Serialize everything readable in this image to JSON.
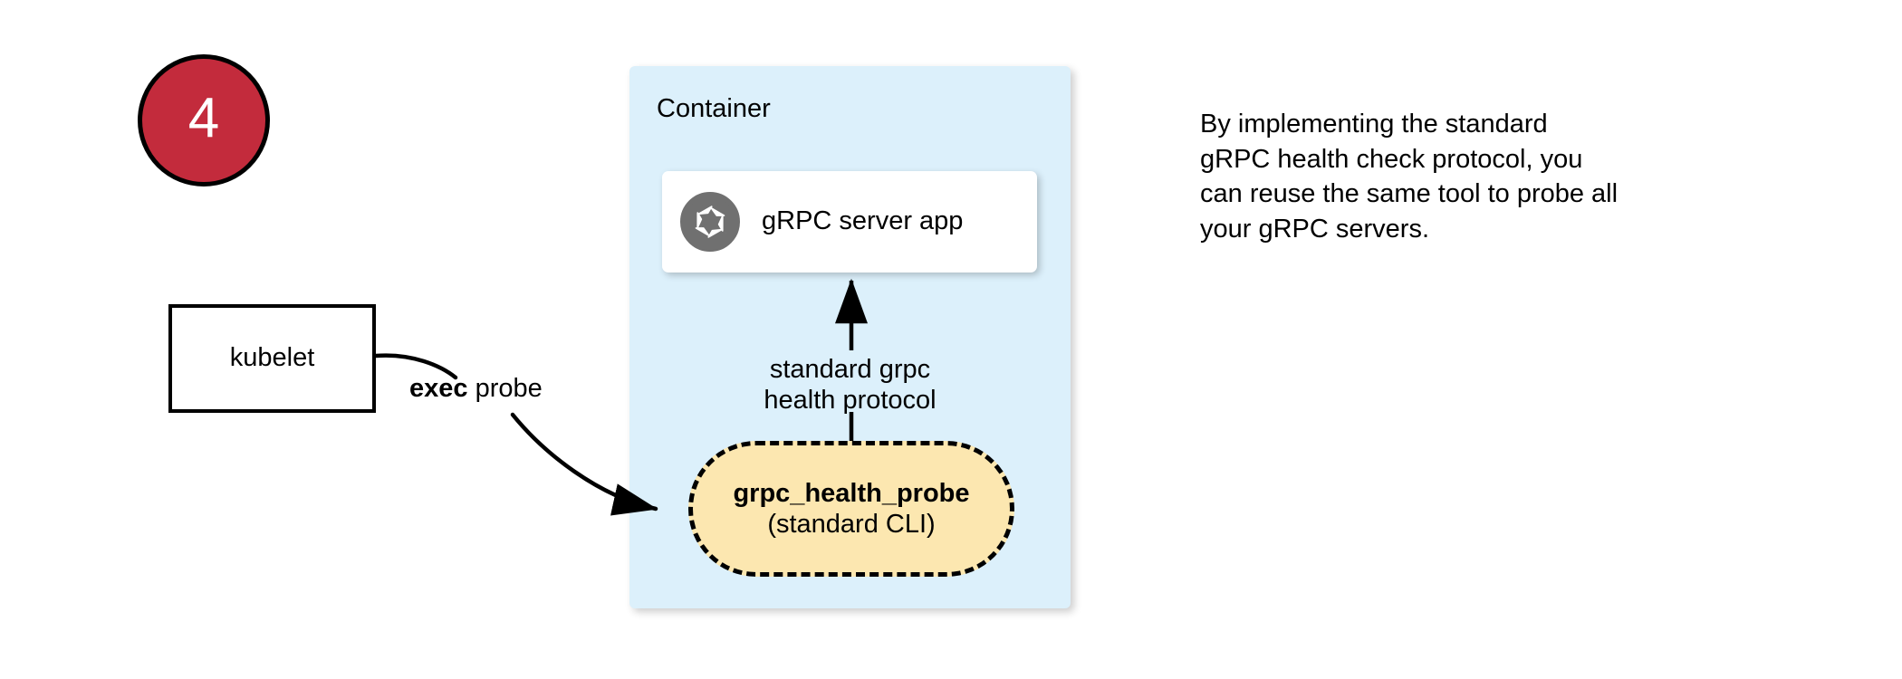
{
  "step": {
    "number": "4",
    "fill_color": "#c32b3c",
    "text_color": "#ffffff"
  },
  "kubelet": {
    "label": "kubelet"
  },
  "exec_probe": {
    "keyword": "exec",
    "rest": " probe"
  },
  "container": {
    "title": "Container",
    "fill_color": "#dcf0fb"
  },
  "server_card": {
    "icon": "grpc-aperture-icon",
    "label": "gRPC server app",
    "icon_color": "#707070"
  },
  "protocol_arrow": {
    "line1": "standard grpc",
    "line2": "health protocol"
  },
  "probe_pill": {
    "title": "grpc_health_probe",
    "subtitle": "(standard CLI)",
    "fill_color": "#fce7b0",
    "border_style": "dashed"
  },
  "annotation": {
    "line1": "By implementing the standard",
    "line2": "gRPC health check protocol, you",
    "line3": "can reuse the same tool to probe all",
    "line4": "your gRPC servers."
  }
}
